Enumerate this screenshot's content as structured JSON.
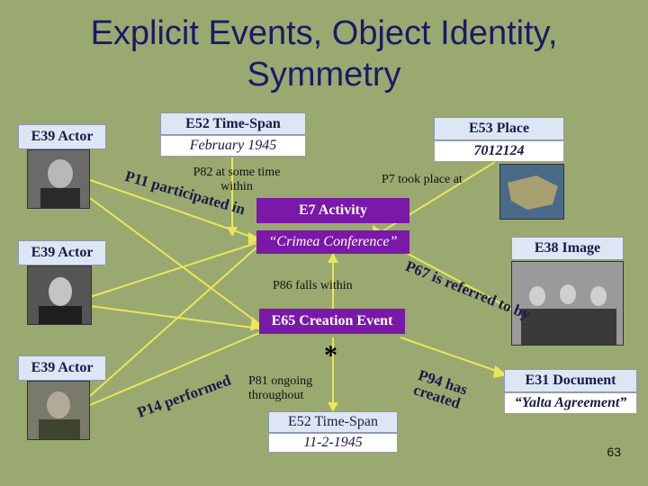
{
  "slide": {
    "title_line1": "Explicit Events, Object Identity,",
    "title_line2": "Symmetry",
    "page_number": "63"
  },
  "nodes": {
    "actor1": "E39 Actor",
    "actor2": "E39 Actor",
    "actor3": "E39 Actor",
    "timespan1_class": "E52 Time-Span",
    "timespan1_value": "February 1945",
    "place_class": "E53 Place",
    "place_value": "7012124",
    "activity_class": "E7 Activity",
    "activity_value": "“Crimea Conference”",
    "image_class": "E38 Image",
    "creation_class": "E65 Creation Event",
    "document_class": "E31 Document",
    "document_value": "“Yalta Agreement”",
    "timespan2_class": "E52 Time-Span",
    "timespan2_value": "11-2-1945"
  },
  "properties": {
    "p82": "P82 at some time within",
    "p7": "P7 took place at",
    "p11": "P11 participated in",
    "p86": "P86 falls within",
    "p67": "P67 is referred to by",
    "p81": "P81 ongoing throughout",
    "p14": "P14 performed",
    "p94": "P94 has created",
    "star": "*"
  },
  "colors": {
    "background": "#9aa96f",
    "class_box": "#dde6f4",
    "event_box": "#7a18a8",
    "arrow": "#e8e85a"
  }
}
